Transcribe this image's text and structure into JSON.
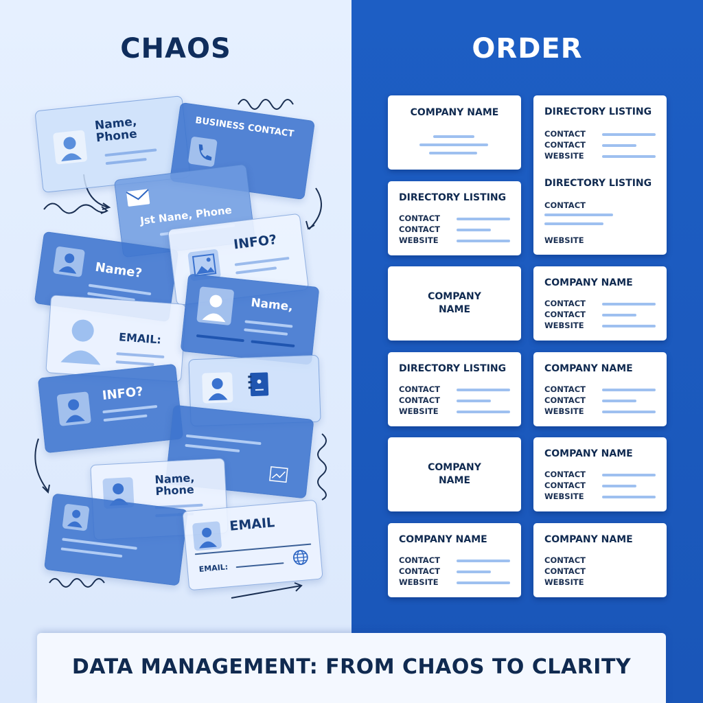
{
  "left": {
    "title": "CHAOS",
    "cards": [
      {
        "text": "Name,\nPhone"
      },
      {
        "text": "BUSINESS CONTACT"
      },
      {
        "text": "Jst Nane, Phone"
      },
      {
        "text": "INFO?"
      },
      {
        "text": "Name?"
      },
      {
        "text": "Name,"
      },
      {
        "text": "EMAIL:"
      },
      {
        "text": "INFO?"
      },
      {
        "text": "Name,\nPhone"
      },
      {
        "text": "EMAIL"
      },
      {
        "text": "EMAIL:"
      }
    ]
  },
  "right": {
    "title": "ORDER",
    "cards": [
      {
        "title": "COMPANY NAME",
        "rows": []
      },
      {
        "title": "DIRECTORY LISTING",
        "rows": [
          "CONTACT",
          "CONTACT",
          "WEBSITE"
        ]
      },
      {
        "title": "DIRECTORY LISTING",
        "rows": [
          "CONTACT",
          "WEBSITE"
        ]
      },
      {
        "title": "DIRECTORY LISTING",
        "rows": [
          "CONTACT",
          "CONTACT",
          "WEBSITE"
        ]
      },
      {
        "title": "COMPANY\nNAME",
        "rows": []
      },
      {
        "title": "COMPANY NAME",
        "rows": [
          "CONTACT",
          "CONTACT",
          "WEBSITE"
        ]
      },
      {
        "title": "DIRECTORY LISTING",
        "rows": [
          "CONTACT",
          "CONTACT",
          "WEBSITE"
        ]
      },
      {
        "title": "COMPANY NAME",
        "rows": [
          "CONTACT",
          "CONTACT",
          "WEBSITE"
        ]
      },
      {
        "title": "COMPANY\nNAME",
        "rows": []
      },
      {
        "title": "COMPANY NAME",
        "rows": [
          "CONTACT",
          "CONTACT",
          "WEBSITE"
        ]
      },
      {
        "title": "COMPANY NAME",
        "rows": [
          "CONTACT",
          "CONTACT",
          "WEBSITE"
        ]
      },
      {
        "title": "COMPANY NAME",
        "rows": [
          "CONTACT",
          "CONTACT",
          "WEBSITE"
        ]
      }
    ]
  },
  "footer": {
    "title": "DATA MANAGEMENT: FROM CHAOS TO CLARITY"
  },
  "colors": {
    "navy": "#102a50",
    "accent_blue": "#1d5ec4",
    "light_bg": "#e3efff",
    "line_blue": "#9ec0f0"
  }
}
